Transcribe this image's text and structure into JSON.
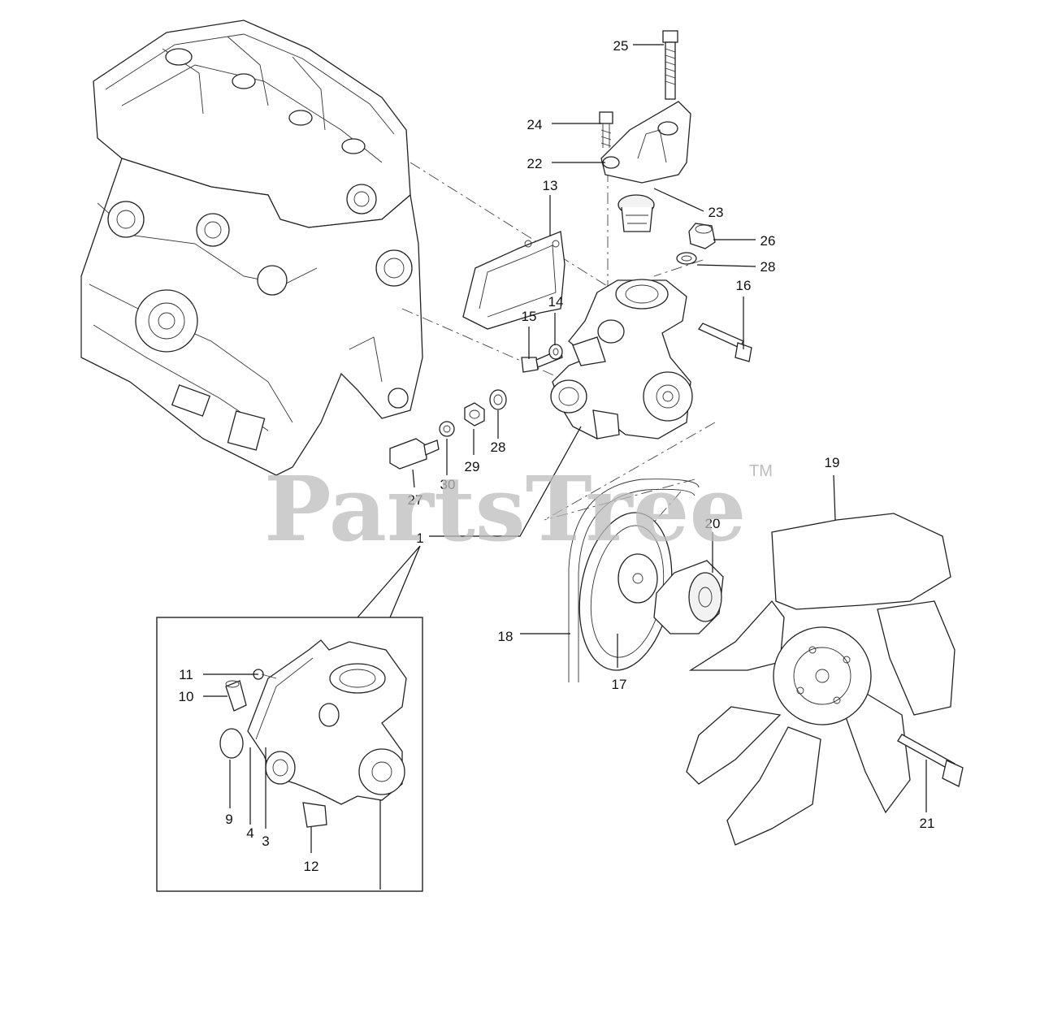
{
  "header_fragment": "",
  "watermark": {
    "text": "PartsTree",
    "trademark": "TM"
  },
  "callouts": {
    "c1": "1",
    "c3": "3",
    "c4": "4",
    "c9": "9",
    "c10": "10",
    "c11": "11",
    "c12": "12",
    "c13": "13",
    "c14": "14",
    "c15": "15",
    "c16": "16",
    "c17": "17",
    "c18": "18",
    "c19": "19",
    "c20": "20",
    "c21": "21",
    "c22": "22",
    "c23": "23",
    "c24": "24",
    "c25": "25",
    "c26": "26",
    "c27": "27",
    "c28a": "28",
    "c28b": "28",
    "c29": "29",
    "c30": "30"
  }
}
